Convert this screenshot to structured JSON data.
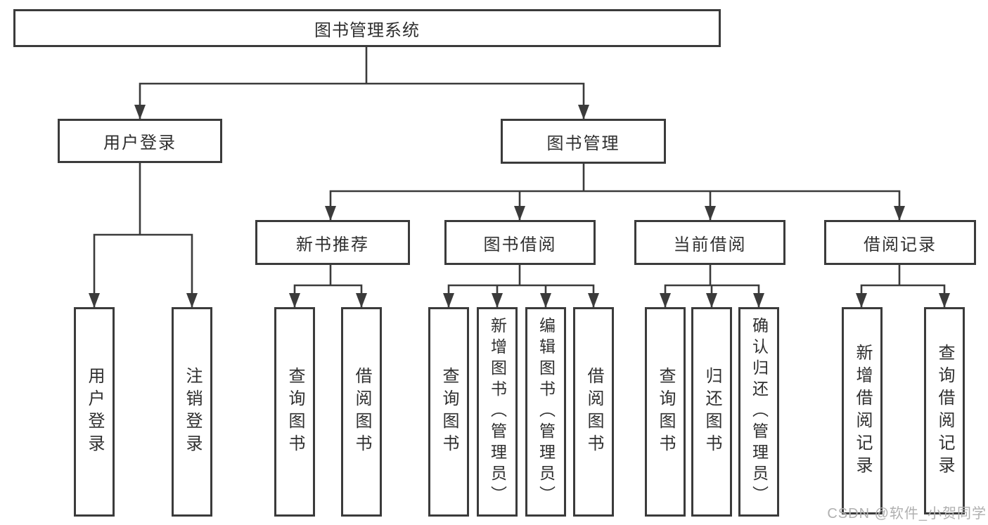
{
  "watermark": "CSDN @软件_小贺同学",
  "colors": {
    "line": "#3b3b3b",
    "text": "#2f2f2f",
    "watermark": "#b0b0b0",
    "background": "#ffffff"
  },
  "diagram": {
    "type": "tree-flowchart",
    "root": {
      "label": "图书管理系统"
    },
    "branches": [
      {
        "label": "用户登录",
        "children": [
          {
            "label": "用户登录"
          },
          {
            "label": "注销登录"
          }
        ]
      },
      {
        "label": "图书管理",
        "groups": [
          {
            "label": "新书推荐",
            "children": [
              {
                "label": "查询图书"
              },
              {
                "label": "借阅图书"
              }
            ]
          },
          {
            "label": "图书借阅",
            "children": [
              {
                "label": "查询图书"
              },
              {
                "label": "新增图书（管理员）"
              },
              {
                "label": "编辑图书（管理员）"
              },
              {
                "label": "借阅图书"
              }
            ]
          },
          {
            "label": "当前借阅",
            "children": [
              {
                "label": "查询图书"
              },
              {
                "label": "归还图书"
              },
              {
                "label": "确认归还（管理员）"
              }
            ]
          },
          {
            "label": "借阅记录",
            "children": [
              {
                "label": "新增借阅记录"
              },
              {
                "label": "查询借阅记录"
              }
            ]
          }
        ]
      }
    ]
  }
}
